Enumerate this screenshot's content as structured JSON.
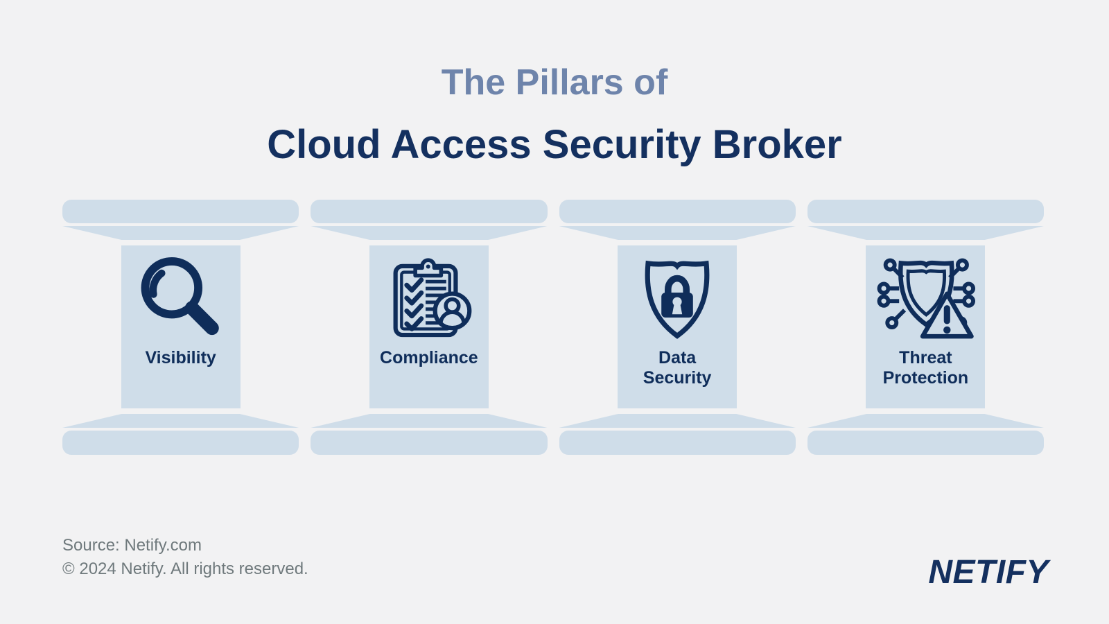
{
  "title": {
    "line1": "The Pillars of",
    "line2": "Cloud Access Security Broker"
  },
  "pillars": [
    {
      "icon": "magnifying-glass",
      "label_lines": [
        "Visibility"
      ]
    },
    {
      "icon": "clipboard-checklist",
      "label_lines": [
        "Compliance"
      ]
    },
    {
      "icon": "shield-lock",
      "label_lines": [
        "Data",
        "Security"
      ]
    },
    {
      "icon": "shield-circuit-alert",
      "label_lines": [
        "Threat",
        "Protection"
      ]
    }
  ],
  "footer": {
    "source": "Source: Netify.com",
    "copyright": "© 2024 Netify. All rights reserved.",
    "brand": "NETIFY"
  },
  "colors": {
    "background": "#f2f2f3",
    "pillar_fill": "#cfdde9",
    "icon_navy": "#0f2d5a",
    "title_navy": "#14305f",
    "subtitle_blue": "#6e84ab",
    "footer_gray": "#6f797c"
  }
}
